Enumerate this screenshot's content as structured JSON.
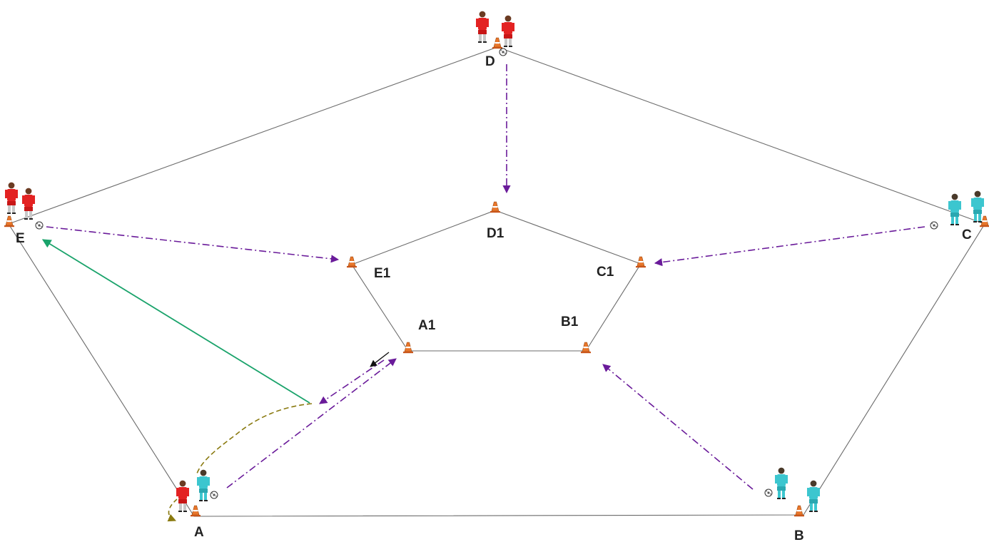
{
  "diagram": {
    "labels": {
      "A": "A",
      "B": "B",
      "C": "C",
      "D": "D",
      "E": "E",
      "A1": "A1",
      "B1": "B1",
      "C1": "C1",
      "D1": "D1",
      "E1": "E1"
    },
    "colors": {
      "field_line": "#6b6b6b",
      "pass": "#6a1b9a",
      "run_green": "#1aa36b",
      "dribble": "#8a7a10",
      "arrow_black": "#111111",
      "cone": "#e8762b",
      "team_red": "#e32222",
      "team_cyan": "#3cc6cf"
    }
  }
}
